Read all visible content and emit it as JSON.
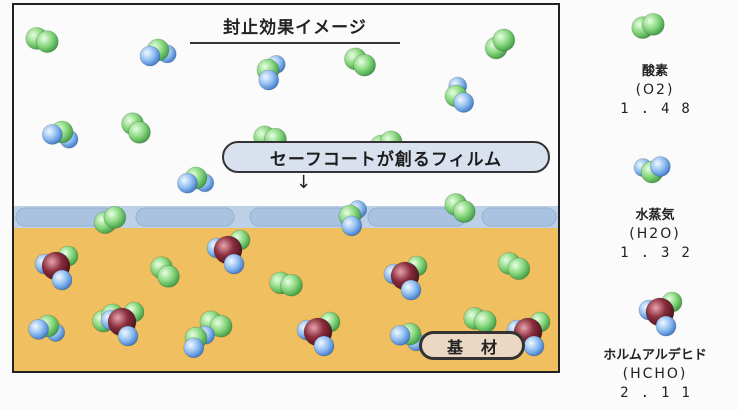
{
  "diagram": {
    "title": "封止効果イメージ",
    "film_label": "セーフコートが創るフィルム",
    "arrow": "↓",
    "substrate_label": "基材"
  },
  "legend": [
    {
      "name": "酸素",
      "formula": "(O2)",
      "value": "1.48",
      "molecule": "oxygen"
    },
    {
      "name": "水蒸気",
      "formula": "(H2O)",
      "value": "1.32",
      "molecule": "water"
    },
    {
      "name": "ホルムアルデヒド",
      "formula": "(HCHO)",
      "value": "2.11",
      "molecule": "formaldehyde"
    }
  ],
  "colors": {
    "oxygen": "#7fd07a",
    "hydrogen": "#8ab8ee",
    "carbon": "#8a2d3c",
    "substrate": "#f0c060",
    "film": "#a8c2e0",
    "frame": "#222222"
  }
}
